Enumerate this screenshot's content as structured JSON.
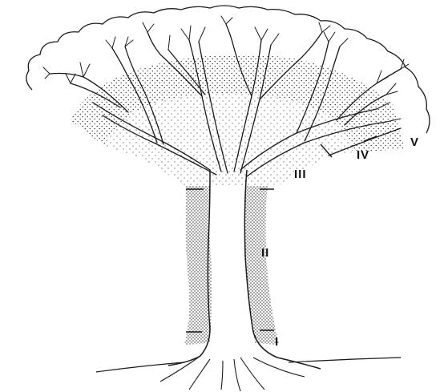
{
  "diagram": {
    "zones": [
      {
        "id": "zone-1",
        "label": "I"
      },
      {
        "id": "zone-2",
        "label": "II"
      },
      {
        "id": "zone-3",
        "label": "III"
      },
      {
        "id": "zone-4",
        "label": "IV"
      },
      {
        "id": "zone-5",
        "label": "V"
      }
    ]
  },
  "colors": {
    "ink": "#1a1a1a",
    "stipple": "#3a3a3a",
    "background": "#ffffff"
  }
}
